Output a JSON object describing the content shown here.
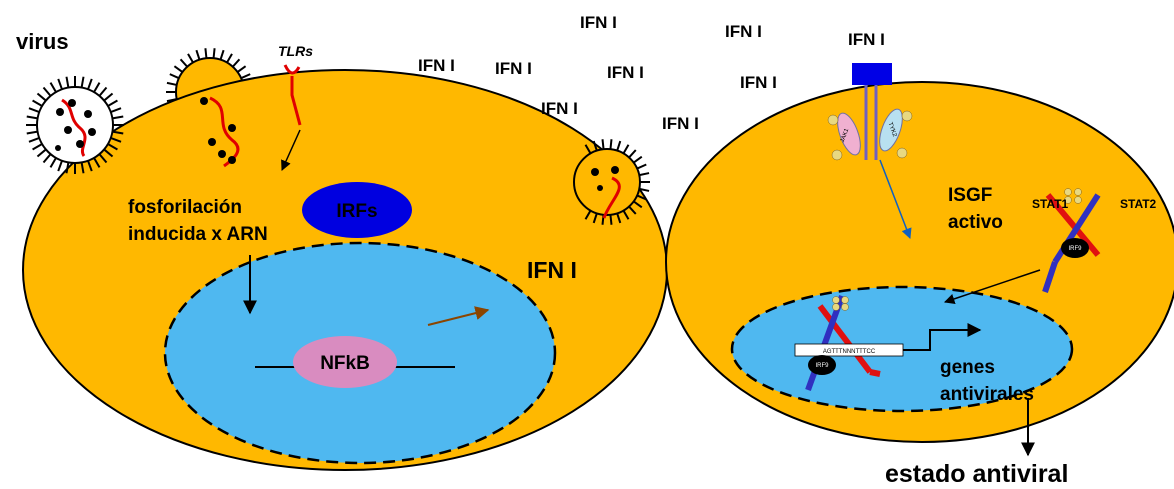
{
  "labels": {
    "virus": "virus",
    "tlrs": "TLRs",
    "irfs": "IRFs",
    "fosforilacion_line1": "fosforilación",
    "fosforilacion_line2": "inducida x ARN",
    "nfkb": "NFkB",
    "ifn_inside": "IFN I",
    "isgf_line1": "ISGF",
    "isgf_line2": "activo",
    "stat1": "STAT1",
    "stat2": "STAT2",
    "irf9": "IRF9",
    "irf9_nucleus": "IRF9",
    "jak1": "JAK1",
    "tyk2": "TYK2",
    "dna_sequence": "AGTTTNNNTTTCC",
    "genes_line1": "genes",
    "genes_line2": "antivirales",
    "estado_antiviral": "estado antiviral"
  },
  "ifn_labels": [
    "IFN I",
    "IFN I",
    "IFN I",
    "IFN I",
    "IFN I",
    "IFN I",
    "IFN I",
    "IFN I",
    "IFN I"
  ],
  "colors": {
    "cell": "#FFB800",
    "nucleus": "#4FB8F0",
    "irfs": "#0000E0",
    "nfkb": "#D98CC0",
    "receptor": "#0000E6",
    "rna": "#E00000",
    "stat_red": "#E01010",
    "stat_blue": "#3030C0"
  }
}
